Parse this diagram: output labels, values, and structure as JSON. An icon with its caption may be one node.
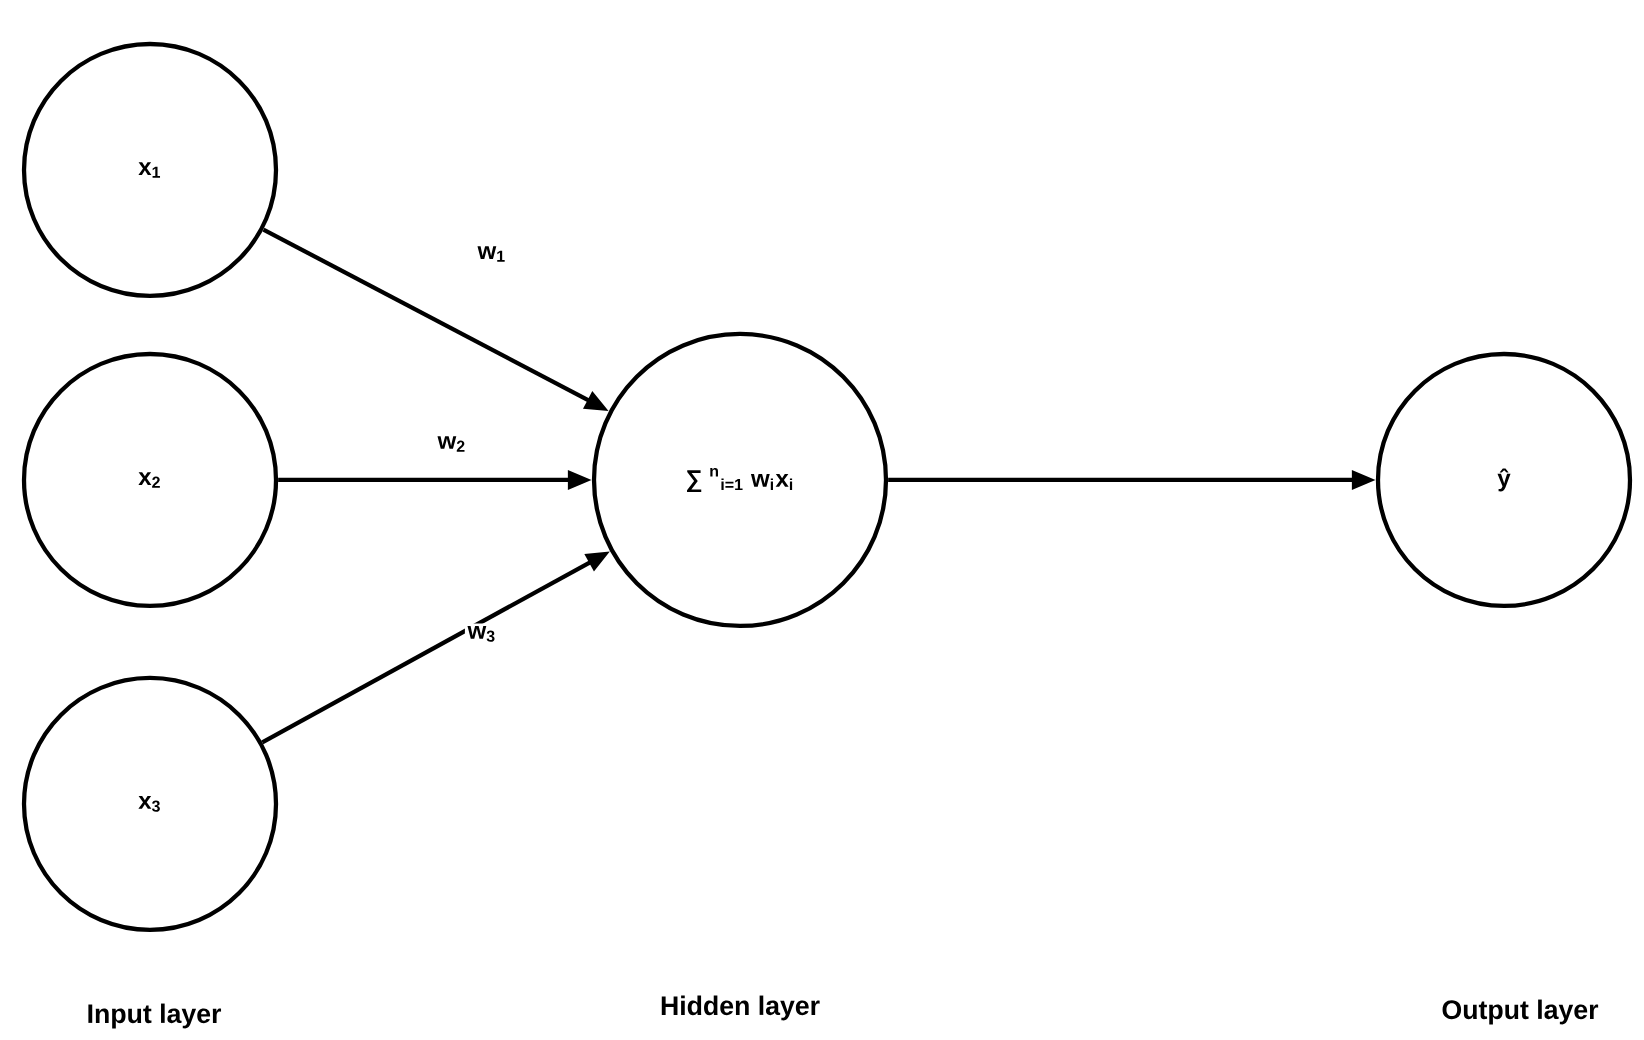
{
  "diagram": {
    "nodes": [
      {
        "text": [
          "x$_{1}$"
        ]
      },
      {
        "text": [
          "x$_{2}$"
        ]
      },
      {
        "text": [
          "x$_{3}$"
        ]
      },
      {
        "text": [
          "∑ $^{n}$$_{i=1}$ w$_{i}$x$_{i}$"
        ]
      },
      {
        "text": [
          "ŷ"
        ]
      }
    ],
    "edges": [
      {
        "from": 0,
        "to": 3,
        "arrow": "to",
        "label": "w$_{1}$"
      },
      {
        "from": 1,
        "to": 3,
        "arrow": "to",
        "label": "w$_{2}$"
      },
      {
        "from": 2,
        "to": 3,
        "arrow": "to",
        "label": "w$_{3}$"
      },
      {
        "from": 3,
        "to": 4,
        "arrow": "to"
      }
    ],
    "labels": [
      "Input layer",
      "Hidden layer",
      "Output layer"
    ]
  }
}
